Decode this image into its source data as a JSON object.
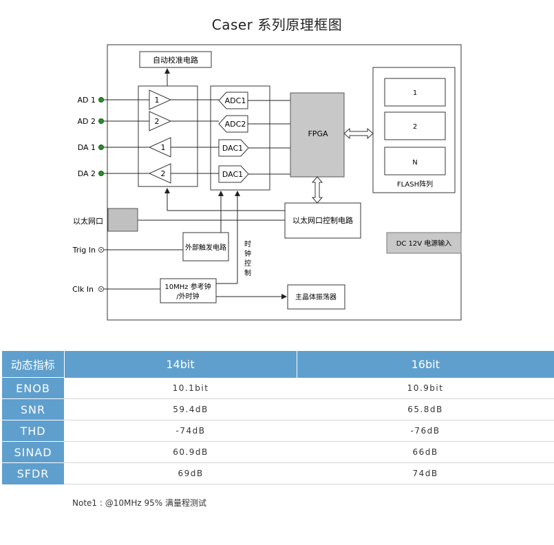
{
  "title": "Caser 系列原理框图",
  "diagram": {
    "inputs": [
      "AD 1",
      "AD 2",
      "DA 1",
      "DA 2",
      "以太网口",
      "Trig In",
      "Clk In"
    ],
    "auto_cal": "自动校准电路",
    "amplifiers": [
      "1",
      "2",
      "1",
      "2"
    ],
    "converters": [
      "ADC1",
      "ADC2",
      "DAC1",
      "DAC1"
    ],
    "fpga": "FPGA",
    "flash_items": [
      "1",
      "2",
      "N"
    ],
    "flash_label": "FLASH阵列",
    "eth_ctrl": "以太网口控制电路",
    "ext_trig": "外部触发电路",
    "clock_ctrl": [
      "时",
      "钟",
      "控",
      "制"
    ],
    "ref_clock_line1": "10MHz 参考钟",
    "ref_clock_line2": "/外时钟",
    "oscillator": "主晶体振荡器",
    "power": "DC 12V 电源输入"
  },
  "table": {
    "header": [
      "动态指标",
      "14bit",
      "16bit"
    ],
    "rows": [
      {
        "label": "ENOB",
        "v14": "10.1bit",
        "v16": "10.9bit"
      },
      {
        "label": "SNR",
        "v14": "59.4dB",
        "v16": "65.8dB"
      },
      {
        "label": "THD",
        "v14": "-74dB",
        "v16": "-76dB"
      },
      {
        "label": "SINAD",
        "v14": "60.9dB",
        "v16": "66dB"
      },
      {
        "label": "SFDR",
        "v14": "69dB",
        "v16": "74dB"
      }
    ]
  },
  "note": "Note1 : @10MHz 95% 满量程测试",
  "colors": {
    "accent": "#5f9fcd",
    "fpga_fill": "#c8c8c8",
    "port_dot": "#2e8b2e"
  }
}
